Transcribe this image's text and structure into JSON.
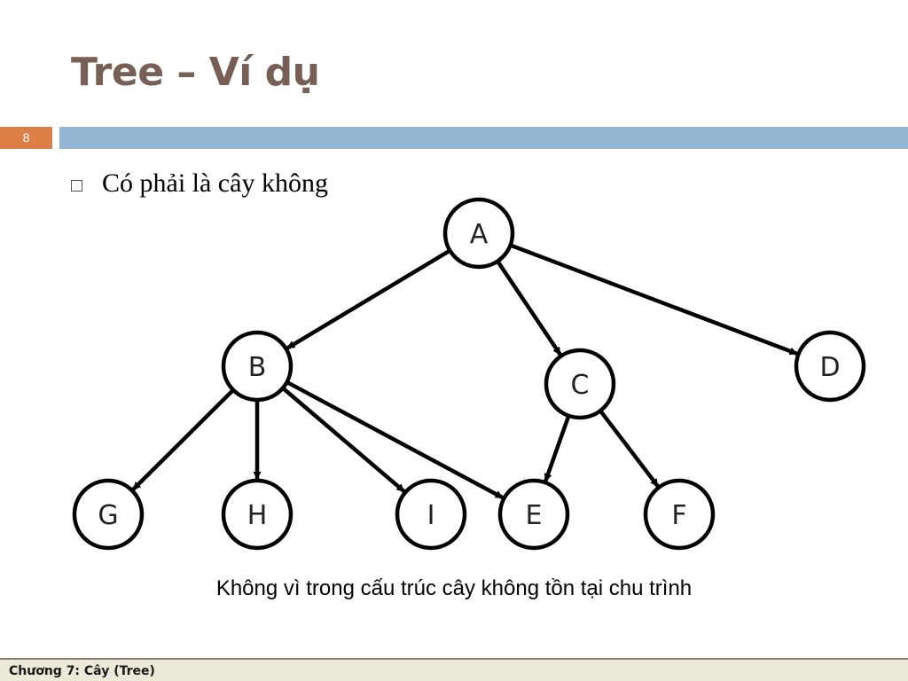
{
  "slide": {
    "title": "Tree – Ví dụ",
    "number": "8",
    "bullet": "Có phải là cây không",
    "caption": "Không vì trong cấu trúc cây không tồn tại chu trình",
    "footer": "Chương 7: Cây (Tree)"
  },
  "colors": {
    "title": "#775f55",
    "number_box": "#dd8047",
    "top_bar": "#94b6d2"
  },
  "diagram": {
    "nodes": [
      "A",
      "B",
      "C",
      "D",
      "G",
      "H",
      "I",
      "E",
      "F"
    ],
    "edges": [
      [
        "A",
        "B"
      ],
      [
        "A",
        "C"
      ],
      [
        "A",
        "D"
      ],
      [
        "B",
        "G"
      ],
      [
        "B",
        "H"
      ],
      [
        "B",
        "I"
      ],
      [
        "B",
        "E"
      ],
      [
        "C",
        "E"
      ],
      [
        "C",
        "F"
      ]
    ]
  }
}
